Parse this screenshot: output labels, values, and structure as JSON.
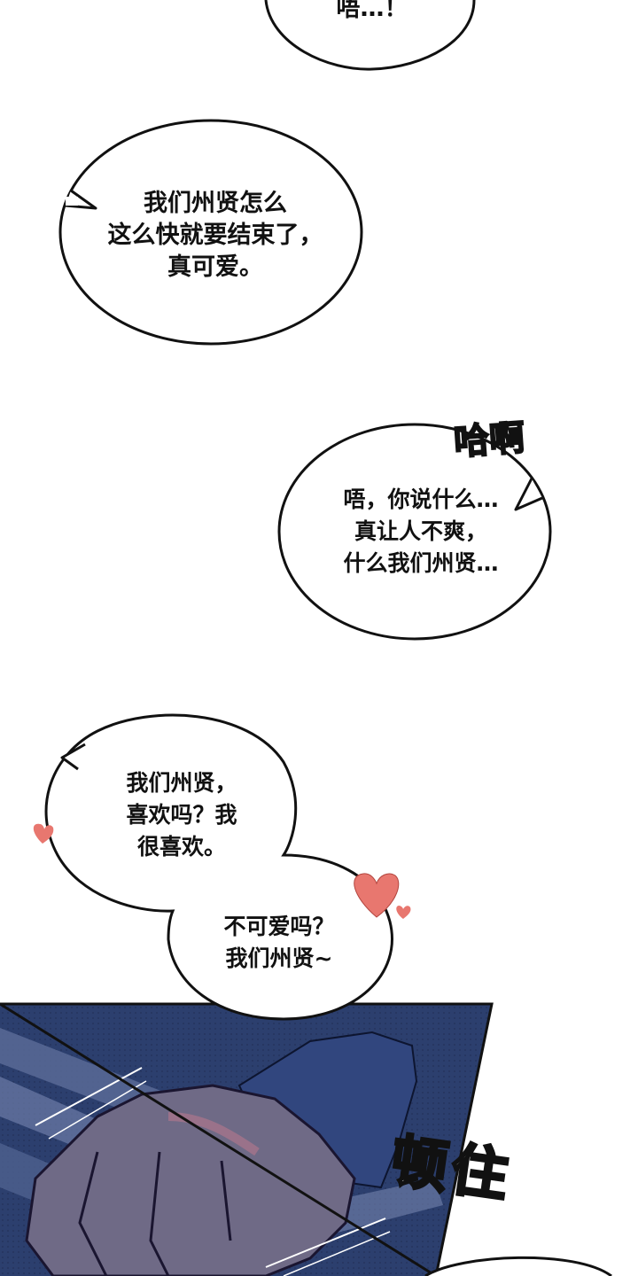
{
  "colors": {
    "bubble_fill": "#ffffff",
    "bubble_stroke": "#111111",
    "heart": "#e8776f",
    "panel_bg": "#2c3f6e",
    "sleeve": "#31467e",
    "skin": "#6f6a86"
  },
  "bubbles": [
    {
      "lines": [
        "唔…！"
      ]
    },
    {
      "lines": [
        "我们州贤怎么",
        "这么快就要结束了，",
        "真可爱。"
      ]
    },
    {
      "lines": [
        "唔，你说什么…",
        "真让人不爽，",
        "什么我们州贤…"
      ]
    },
    {
      "lines": [
        "我们州贤，",
        "喜欢吗？我",
        "很喜欢。"
      ]
    },
    {
      "lines": [
        "不可爱吗？",
        "我们州贤~"
      ]
    }
  ],
  "sfx": {
    "pant": "哈啊",
    "stop": "顿住"
  },
  "icons": [
    "heart-icon",
    "heart-icon",
    "heart-icon"
  ]
}
